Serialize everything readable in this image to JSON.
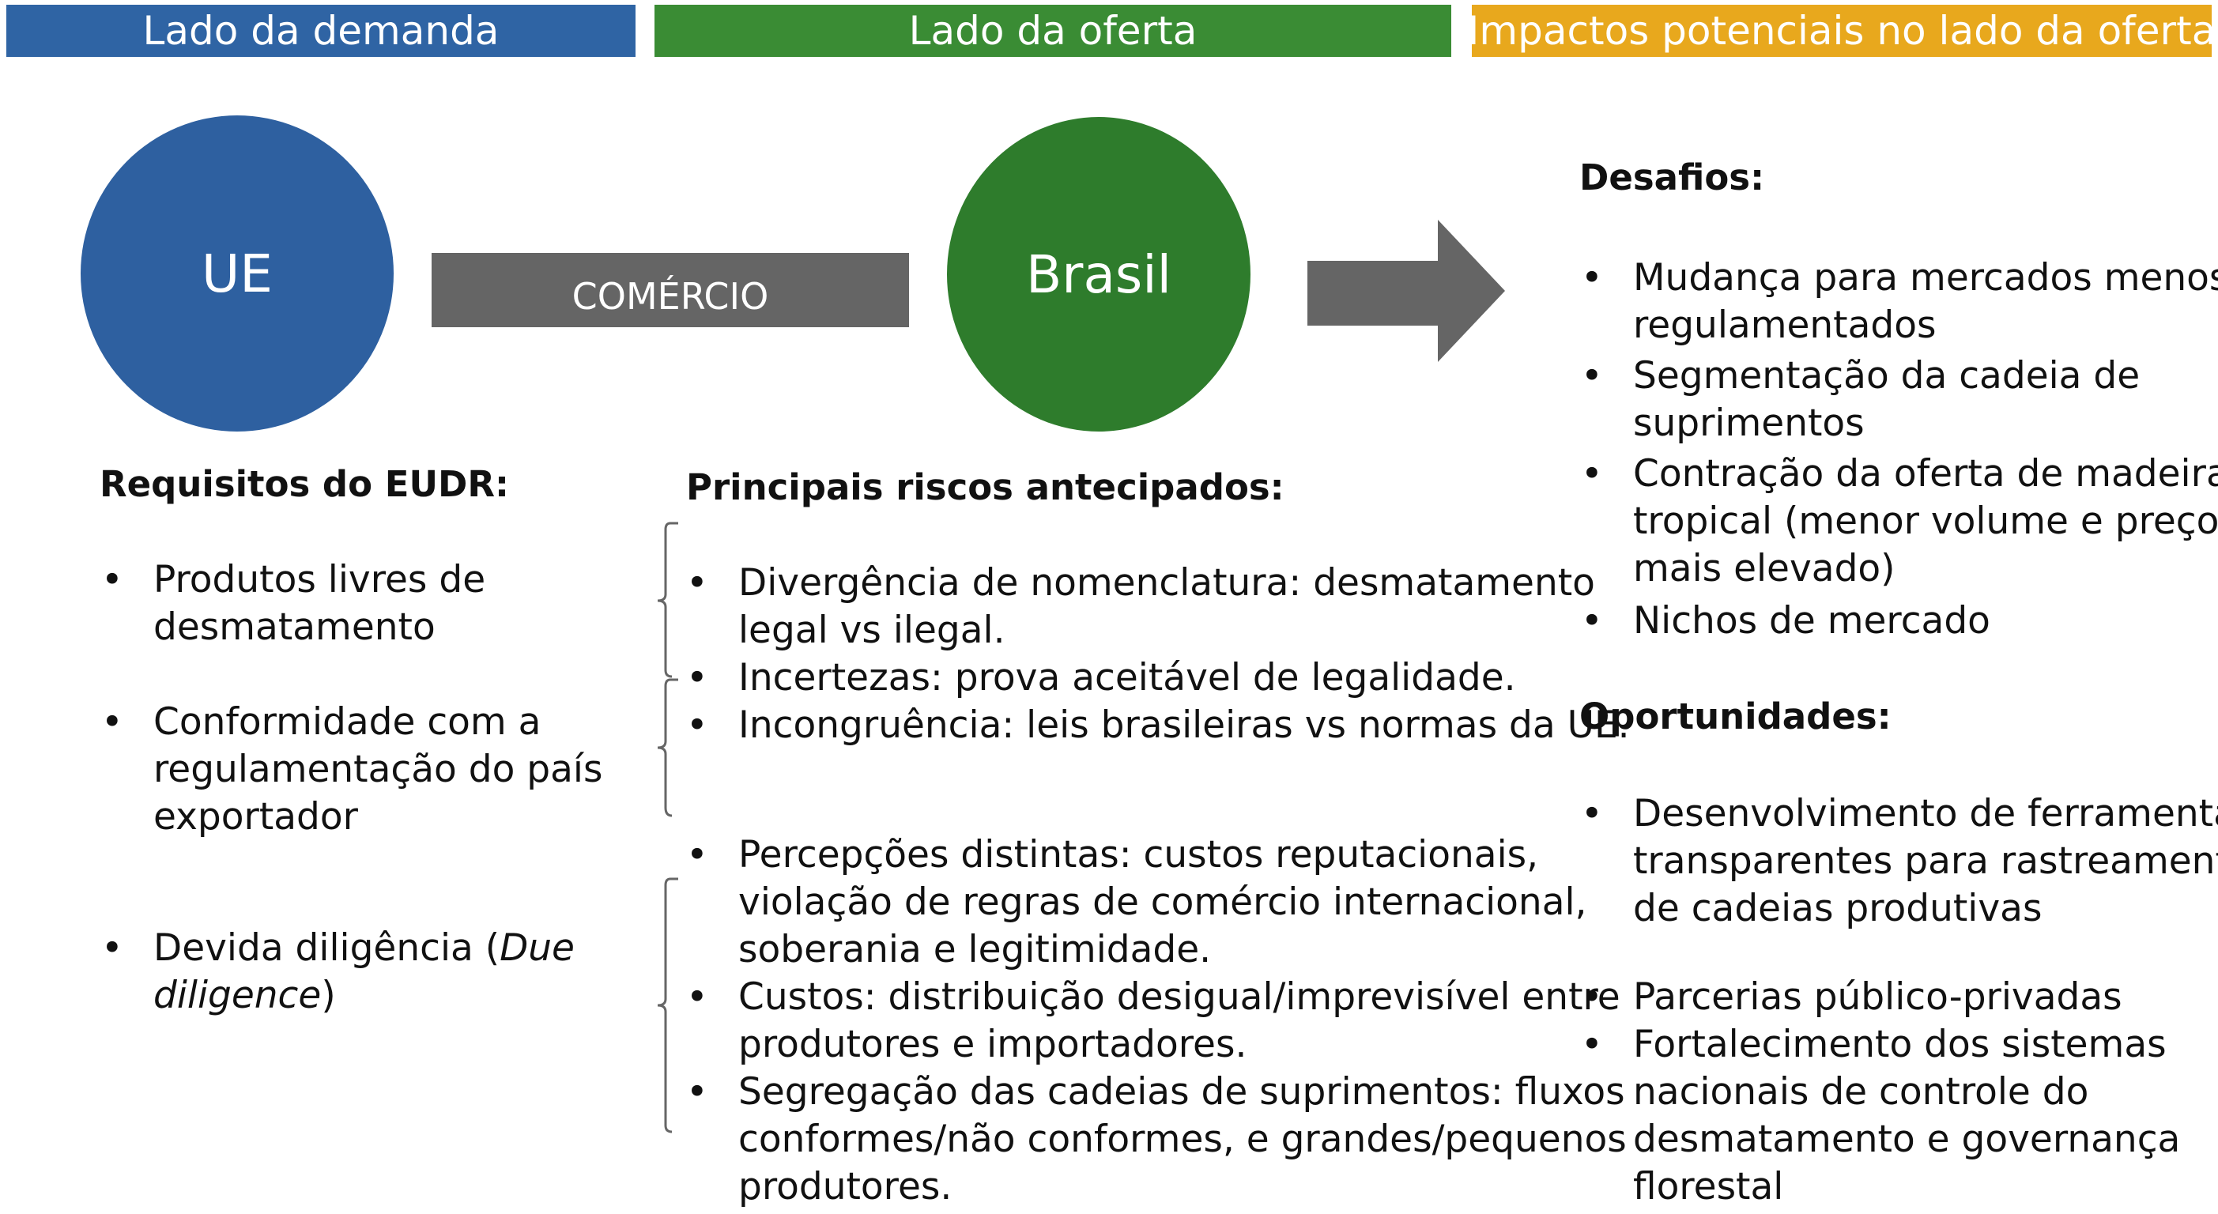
{
  "headers": {
    "demand": "Lado da demanda",
    "supply": "Lado da oferta",
    "impacts": "Impactos potenciais no lado da oferta"
  },
  "diagram": {
    "ue": "UE",
    "brasil": "Brasil",
    "trade": "COMÉRCIO"
  },
  "colors": {
    "demand": "#2f64a4",
    "supply": "#3a8c34",
    "impacts": "#e8a81d",
    "connector": "#656565"
  },
  "eudr": {
    "heading": "Requisitos do EUDR:",
    "items": [
      {
        "lines": [
          "Produtos livres de",
          "desmatamento"
        ]
      },
      {
        "lines": [
          "Conformidade com a",
          "regulamentação do país",
          "exportador"
        ]
      },
      {
        "line1_prefix": "Devida diligência (",
        "line1_italic": "Due",
        "line2_italic": "diligence",
        "line2_suffix": ")"
      }
    ]
  },
  "risks": {
    "heading": "Principais riscos antecipados:",
    "items": [
      {
        "lines": [
          "Divergência de nomenclatura: desmatamento",
          "legal vs ilegal."
        ]
      },
      {
        "lines": [
          "Incertezas: prova aceitável de legalidade."
        ]
      },
      {
        "lines": [
          "Incongruência: leis brasileiras vs normas da UE."
        ]
      },
      {
        "lines": [
          "Percepções distintas: custos reputacionais,",
          "violação de regras de comércio internacional,",
          "soberania e legitimidade."
        ]
      },
      {
        "lines": [
          "Custos: distribuição desigual/imprevisível entre",
          "produtores e importadores."
        ]
      },
      {
        "lines": [
          "Segregação das cadeias de suprimentos: fluxos",
          "conformes/não conformes, e grandes/pequenos",
          "produtores."
        ]
      }
    ]
  },
  "challenges": {
    "heading": "Desafios:",
    "items": [
      {
        "lines": [
          "Mudança para mercados menos",
          "regulamentados"
        ]
      },
      {
        "lines": [
          "Segmentação da cadeia de",
          "suprimentos"
        ]
      },
      {
        "lines": [
          "Contração da oferta de madeira",
          "tropical (menor volume e preço",
          "mais elevado)"
        ]
      },
      {
        "lines": [
          "Nichos de mercado"
        ]
      }
    ]
  },
  "opportunities": {
    "heading": "Oportunidades:",
    "items": [
      {
        "lines": [
          "Desenvolvimento de ferramentas",
          "transparentes para rastreamento",
          "de cadeias produtivas"
        ]
      },
      {
        "lines": [
          "Parcerias público-privadas"
        ]
      },
      {
        "lines": [
          "Fortalecimento dos sistemas",
          "nacionais de controle do",
          "desmatamento e governança",
          "florestal"
        ]
      }
    ]
  }
}
